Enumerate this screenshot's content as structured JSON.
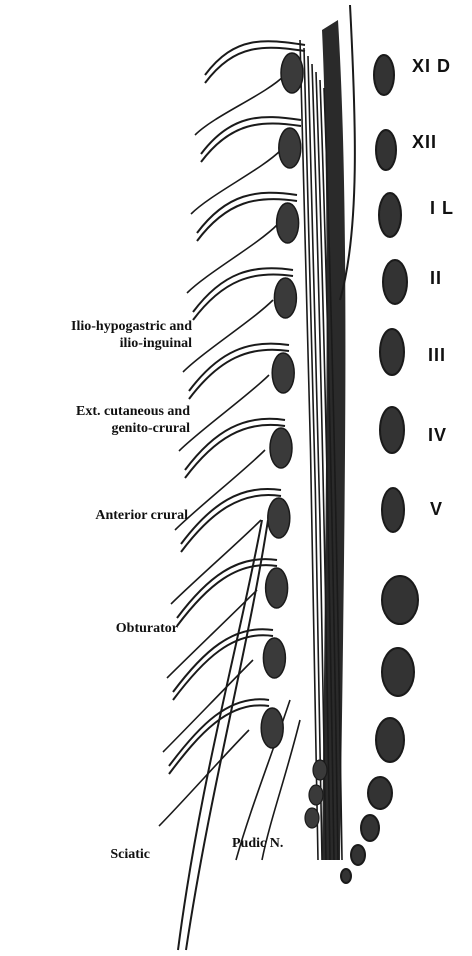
{
  "labels": {
    "ilio_hypogastric": {
      "line1": "Ilio-hypogastric and",
      "line2": "ilio-inguinal"
    },
    "ext_cutaneous": {
      "line1": "Ext. cutaneous and",
      "line2": "genito-crural"
    },
    "anterior_crural": "Anterior crural",
    "obturator": "Obturator",
    "sciatic": "Sciatic",
    "pudic": "Pudic N."
  },
  "vertebra_labels": [
    "XI D",
    "XII",
    "I L",
    "II",
    "III",
    "IV",
    "V"
  ],
  "colors": {
    "ink": "#1a1a1a",
    "ganglion": "#3a3a3a",
    "paper": "#ffffff"
  }
}
